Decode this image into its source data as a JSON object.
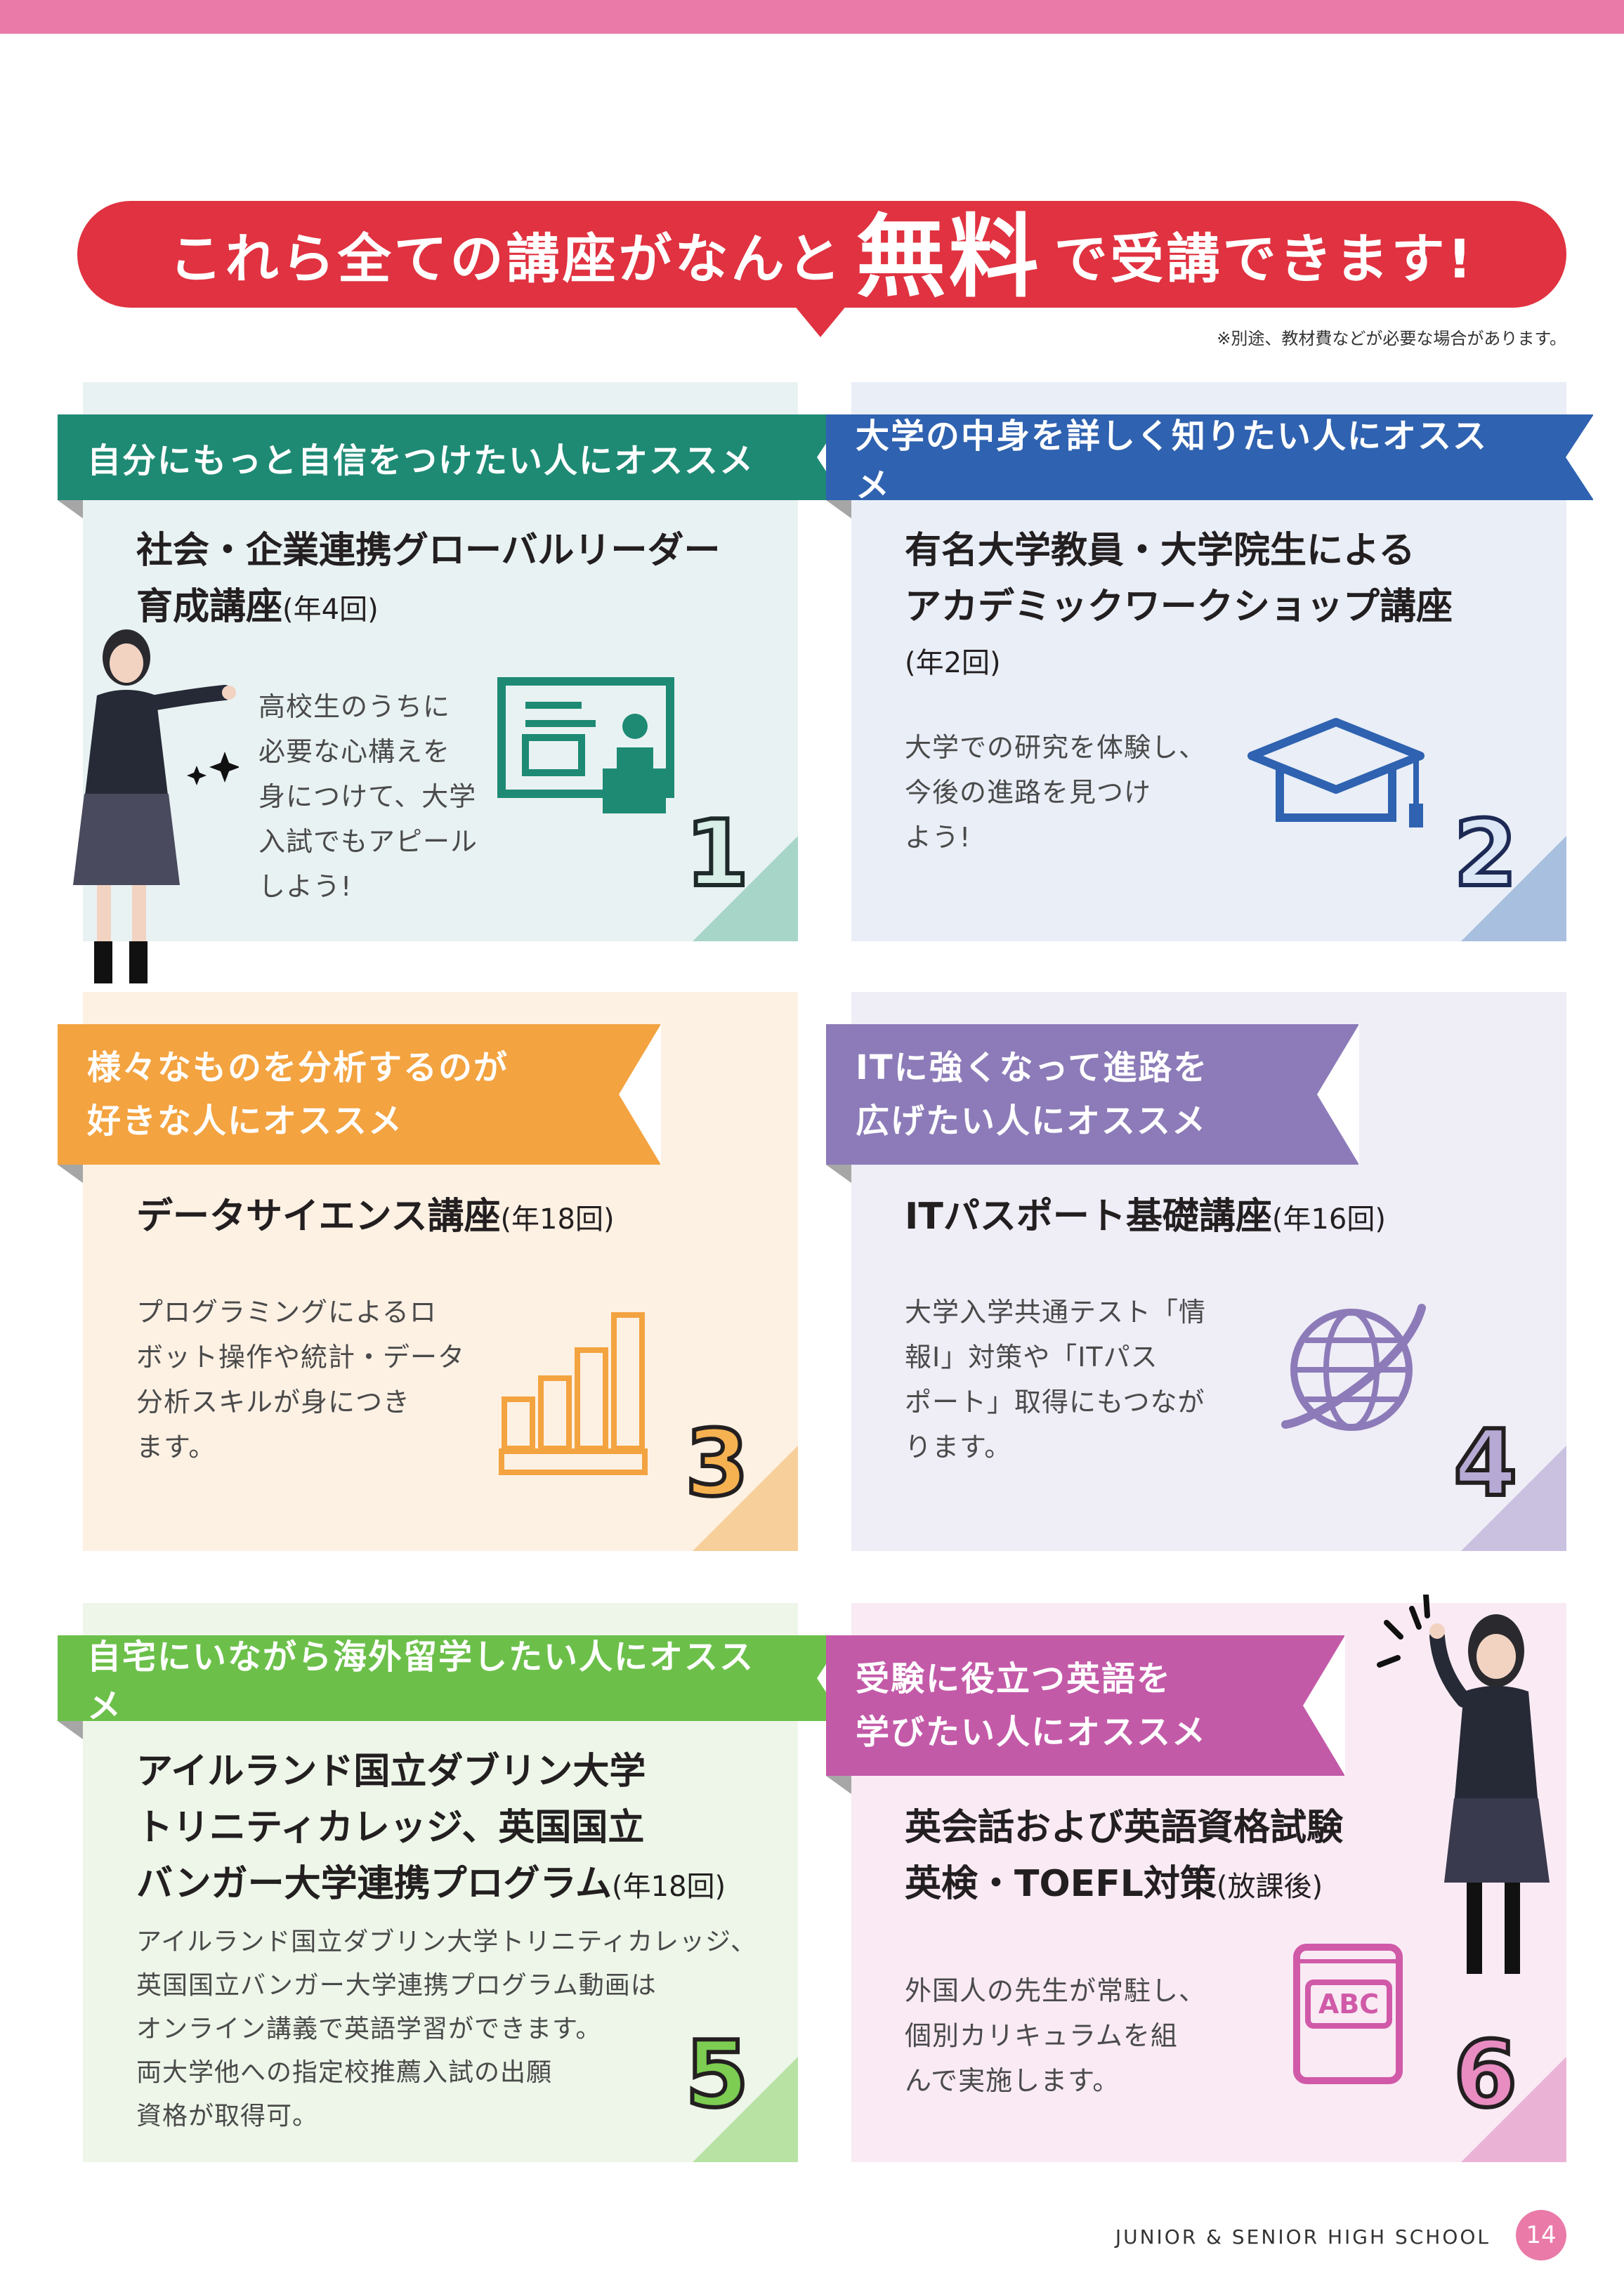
{
  "headline": {
    "before": "これら全ての講座がなんと",
    "emphasis": "無料",
    "after": "で受講できます!"
  },
  "note": "※別途、教材費などが必要な場合があります。",
  "colors": {
    "red": "#e03240",
    "pink": "#ea7aa8",
    "green": "#1e8a74",
    "blue": "#2f62b0",
    "orange": "#f3a340",
    "purple": "#8c7bb8",
    "lightgreen": "#6cc04a",
    "magenta": "#c35aa8"
  },
  "cards": [
    {
      "ribbon": [
        "自分にもっと自信をつけたい人にオススメ"
      ],
      "title": [
        "社会・企業連携グローバルリーダー",
        "育成講座"
      ],
      "title_sub": "(年4回)",
      "desc": [
        "高校生のうちに",
        "必要な心構えを",
        "身につけて、大学",
        "入試でもアピール",
        "しよう!"
      ],
      "number": "1",
      "icon": "presentation-board-icon"
    },
    {
      "ribbon": [
        "大学の中身を詳しく知りたい人にオススメ"
      ],
      "title": [
        "有名大学教員・大学院生による",
        "アカデミックワークショップ講座"
      ],
      "title_sub": "(年2回)",
      "desc": [
        "大学での研究を体験し、",
        "今後の進路を見つけ",
        "よう!"
      ],
      "number": "2",
      "icon": "graduation-cap-icon"
    },
    {
      "ribbon": [
        "様々なものを分析するのが",
        "好きな人にオススメ"
      ],
      "title": [
        "データサイエンス講座"
      ],
      "title_sub": "(年18回)",
      "desc": [
        "プログラミングによるロ",
        "ボット操作や統計・データ",
        "分析スキルが身につき",
        "ます。"
      ],
      "number": "3",
      "icon": "bar-chart-icon"
    },
    {
      "ribbon": [
        "ITに強くなって進路を",
        "広げたい人にオススメ"
      ],
      "title": [
        "ITパスポート基礎講座"
      ],
      "title_sub": "(年16回)",
      "desc": [
        "大学入学共通テスト「情",
        "報Ⅰ」対策や「ITパス",
        "ポート」取得にもつなが",
        "ります。"
      ],
      "number": "4",
      "icon": "globe-icon"
    },
    {
      "ribbon": [
        "自宅にいながら海外留学したい人にオススメ"
      ],
      "title": [
        "アイルランド国立ダブリン大学",
        "トリニティカレッジ、英国国立",
        "バンガー大学連携プログラム"
      ],
      "title_sub": "(年18回)",
      "desc": [
        "アイルランド国立ダブリン大学トリニティカレッジ、",
        "英国国立バンガー大学連携プログラム動画は",
        "オンライン講義で英語学習ができます。",
        "両大学他への指定校推薦入試の出願",
        "資格が取得可。"
      ],
      "number": "5",
      "icon": ""
    },
    {
      "ribbon": [
        "受験に役立つ英語を",
        "学びたい人にオススメ"
      ],
      "title": [
        "英会話および英語資格試験",
        "英検・TOEFL対策"
      ],
      "title_sub": "(放課後)",
      "desc": [
        "外国人の先生が常駐し、",
        "個別カリキュラムを組",
        "んで実施します。"
      ],
      "number": "6",
      "icon": "abc-book-icon",
      "book_text": "ABC"
    }
  ],
  "footer": {
    "school": "JUNIOR & SENIOR HIGH SCHOOL",
    "page": "14"
  }
}
